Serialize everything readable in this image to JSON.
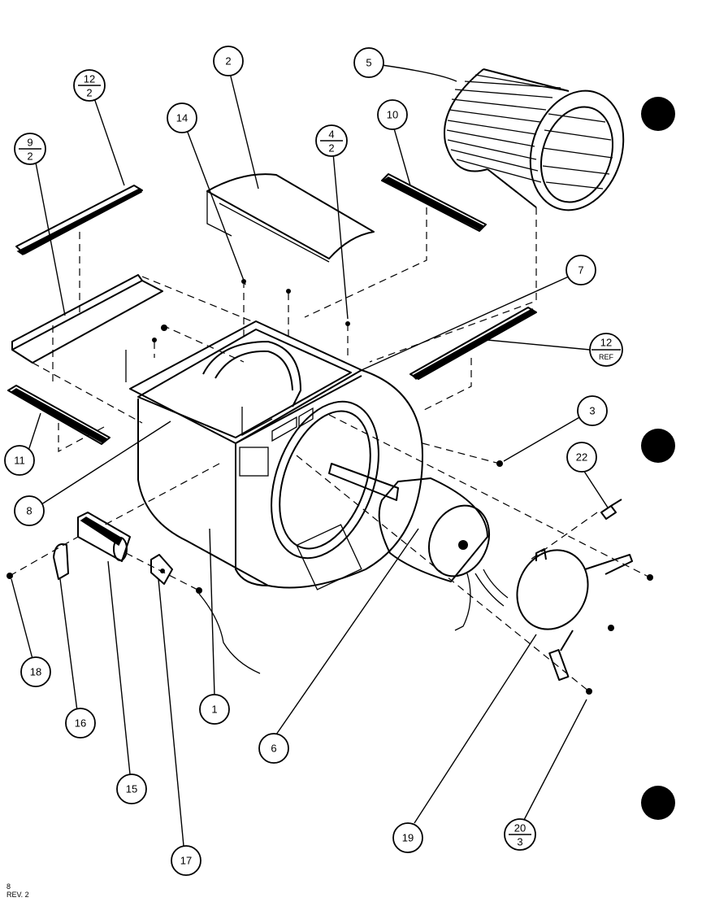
{
  "callouts": [
    {
      "id": "c2",
      "label": "2"
    },
    {
      "id": "c5",
      "label": "5"
    },
    {
      "id": "c14",
      "label": "14"
    },
    {
      "id": "c10",
      "label": "10"
    },
    {
      "id": "c7",
      "label": "7"
    },
    {
      "id": "c3",
      "label": "3"
    },
    {
      "id": "c22",
      "label": "22"
    },
    {
      "id": "c11",
      "label": "11"
    },
    {
      "id": "c8",
      "label": "8"
    },
    {
      "id": "c18",
      "label": "18"
    },
    {
      "id": "c16",
      "label": "16"
    },
    {
      "id": "c1",
      "label": "1"
    },
    {
      "id": "c6",
      "label": "6"
    },
    {
      "id": "c15",
      "label": "15"
    },
    {
      "id": "c17",
      "label": "17"
    },
    {
      "id": "c19",
      "label": "19"
    }
  ],
  "fraction_callouts": [
    {
      "id": "f12-2",
      "top": "12",
      "bottom": "2"
    },
    {
      "id": "f9-2",
      "top": "9",
      "bottom": "2"
    },
    {
      "id": "f4-2",
      "top": "4",
      "bottom": "2"
    },
    {
      "id": "f12-ref",
      "top": "12",
      "bottom": "REF"
    },
    {
      "id": "f20-3",
      "top": "20",
      "bottom": "3"
    }
  ],
  "footer": {
    "page": "8",
    "rev": "REV. 2"
  }
}
